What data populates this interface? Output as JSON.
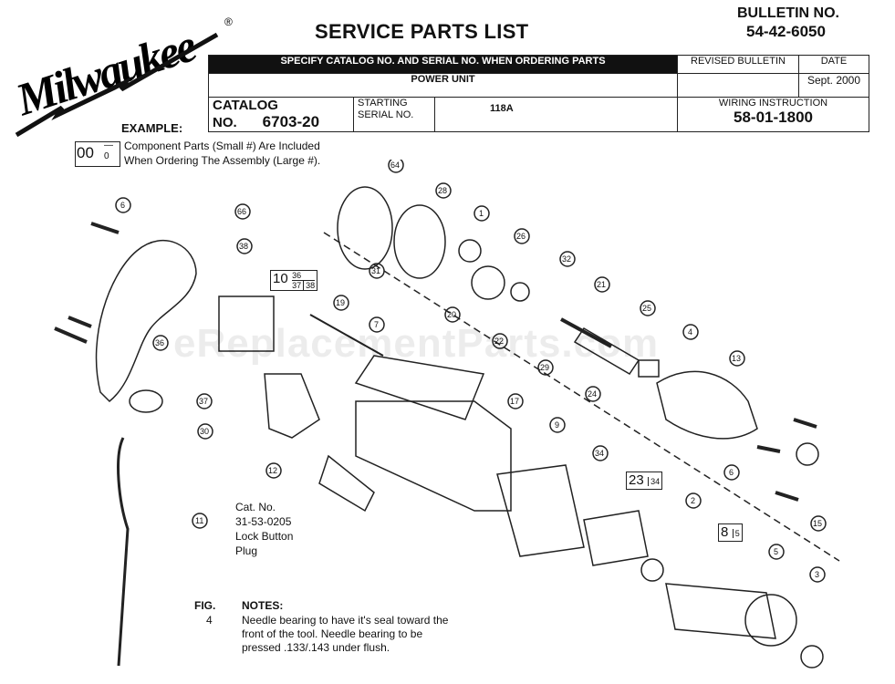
{
  "brand": {
    "name": "Milwaukee",
    "reg_mark": "®"
  },
  "title": "SERVICE PARTS LIST",
  "bulletin": {
    "label": "BULLETIN NO.",
    "number": "54-42-6050"
  },
  "header": {
    "specify_note": "SPECIFY CATALOG NO. AND SERIAL NO. WHEN ORDERING PARTS",
    "revised_bulletin_label": "REVISED BULLETIN",
    "date_label": "DATE",
    "date_value": "Sept. 2000",
    "product": "POWER UNIT",
    "wiring_label": "WIRING INSTRUCTION",
    "wiring_value": "58-01-1800",
    "catalog_label": "CATALOG NO.",
    "catalog_value": "6703-20",
    "starting_label": "STARTING",
    "serial_label": "SERIAL NO.",
    "serial_value": "118A"
  },
  "example": {
    "label": "EXAMPLE:",
    "large": "00",
    "small": "0",
    "line1": "Component Parts (Small #) Are Included",
    "line2": "When Ordering The Assembly (Large #)."
  },
  "assemblies": [
    {
      "large": "10",
      "small": [
        "36",
        "37",
        "38"
      ]
    },
    {
      "large": "23",
      "small": [
        "34"
      ]
    },
    {
      "large": "8",
      "small": [
        "5"
      ]
    }
  ],
  "callouts": [
    "6",
    "66",
    "38",
    "36",
    "37",
    "30",
    "11",
    "12",
    "19",
    "7",
    "64",
    "28",
    "31",
    "1",
    "26",
    "20",
    "22",
    "32",
    "29",
    "21",
    "25",
    "24",
    "4",
    "13",
    "17",
    "9",
    "34",
    "2",
    "6",
    "15",
    "5",
    "3"
  ],
  "lock_note": {
    "line1": "Cat. No.",
    "line2": "31-53-0205",
    "line3": "Lock Button",
    "line4": "Plug"
  },
  "fig": {
    "label": "FIG.",
    "number": "4"
  },
  "notes": {
    "label": "NOTES:",
    "line1": "Needle bearing to have it's seal toward the",
    "line2": "front of the tool.  Needle bearing to be",
    "line3": "pressed  .133/.143  under flush."
  },
  "watermark": "eReplacementParts.com"
}
